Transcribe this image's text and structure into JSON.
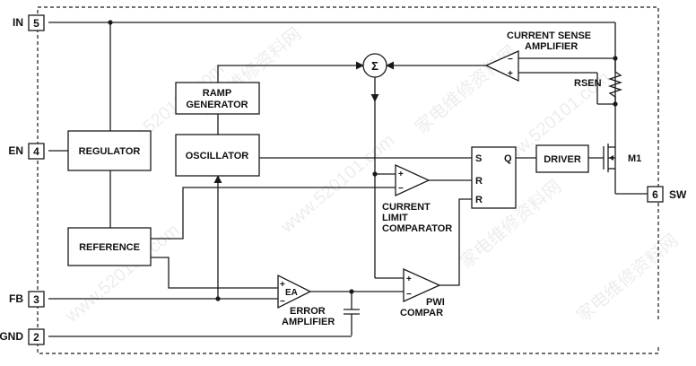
{
  "pins": {
    "in": {
      "name": "IN",
      "number": "5"
    },
    "en": {
      "name": "EN",
      "number": "4"
    },
    "fb": {
      "name": "FB",
      "number": "3"
    },
    "gnd": {
      "name": "GND",
      "number": "2"
    },
    "sw": {
      "name": "SW",
      "number": "6"
    }
  },
  "blocks": {
    "regulator": "REGULATOR",
    "reference": "REFERENCE",
    "oscillator": "OSCILLATOR",
    "ramp_line1": "RAMP",
    "ramp_line2": "GENERATOR",
    "driver": "DRIVER",
    "summer": "Σ"
  },
  "flipflop": {
    "s": "S",
    "q": "Q",
    "r1": "R",
    "r2": "R"
  },
  "amplifiers": {
    "current_sense": {
      "line1": "CURRENT SENSE",
      "line2": "AMPLIFIER",
      "minus": "−",
      "plus": "+"
    },
    "current_limit": {
      "line1": "CURRENT",
      "line2": "LIMIT",
      "line3": "COMPARATOR",
      "plus": "+",
      "minus": "−"
    },
    "error_amp": {
      "inside": "EA",
      "line1": "ERROR",
      "line2": "AMPLIFIER",
      "plus": "+",
      "minus": "−"
    },
    "pwm": {
      "line1": "PWI",
      "line2": "COMPAR",
      "plus": "+",
      "minus": "−"
    }
  },
  "components": {
    "rsen": "RSEN",
    "m1": "M1"
  },
  "watermarks": [
    "家电维修资料网",
    "www.520101.com"
  ],
  "colors": {
    "line": "#1a1a1a",
    "background": "#ffffff"
  }
}
